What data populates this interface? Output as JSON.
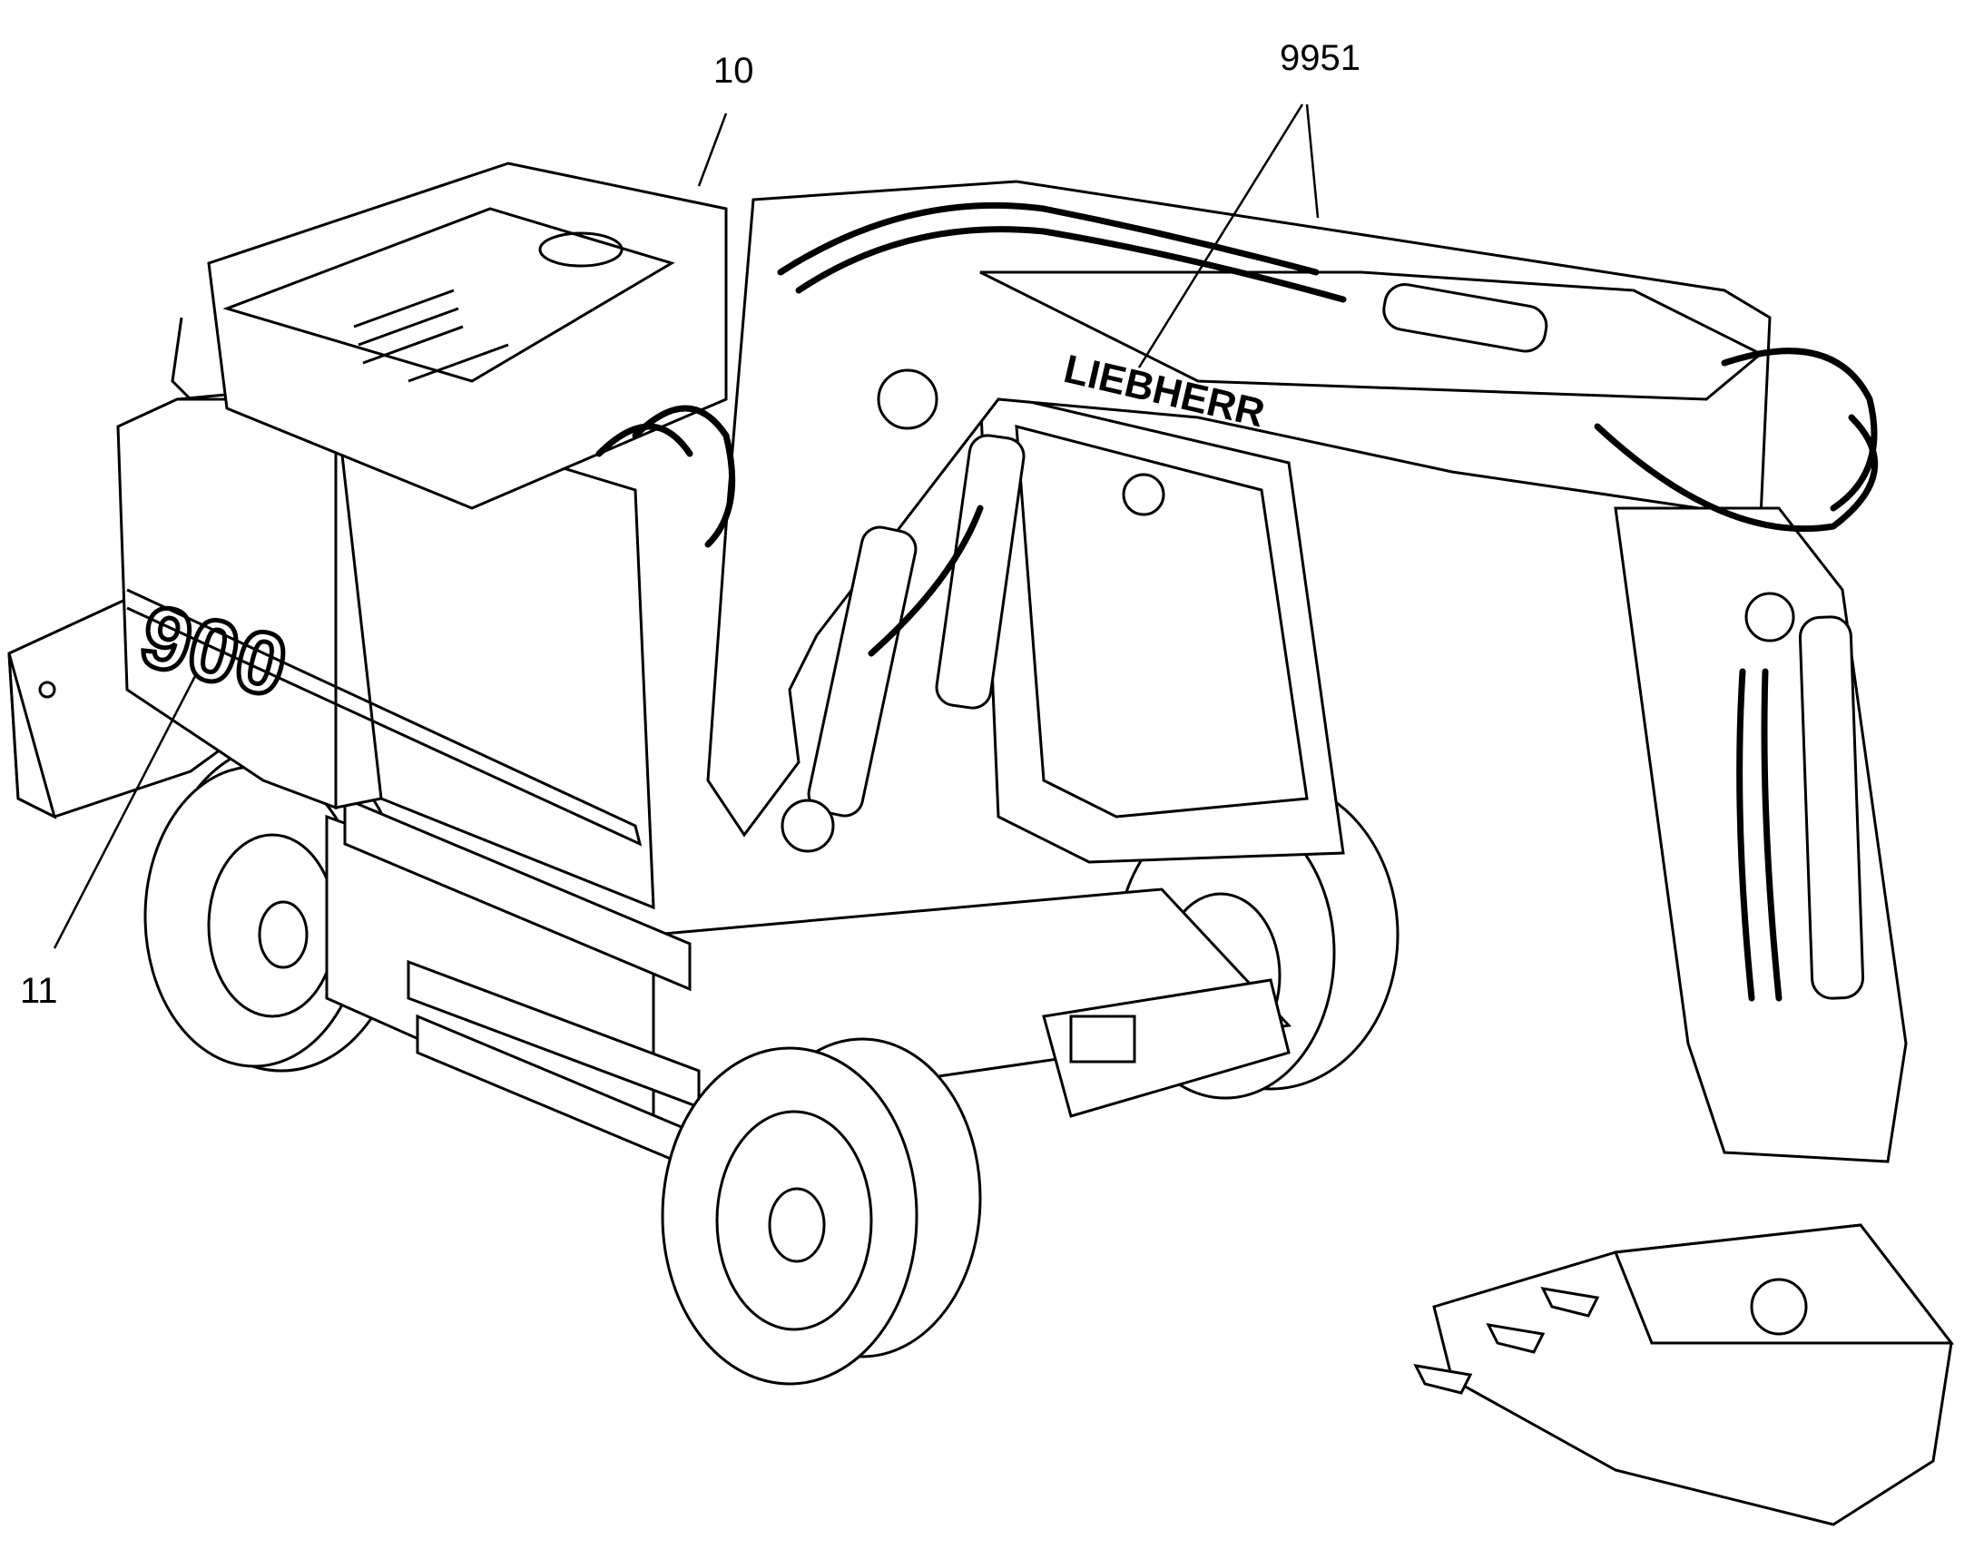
{
  "figure": {
    "callouts": {
      "c10": "10",
      "c9951": "9951",
      "c11": "11"
    },
    "brand_text": "LIEBHERR",
    "model_text": "900",
    "colors": {
      "ink": "#000000",
      "paper": "#ffffff"
    }
  }
}
